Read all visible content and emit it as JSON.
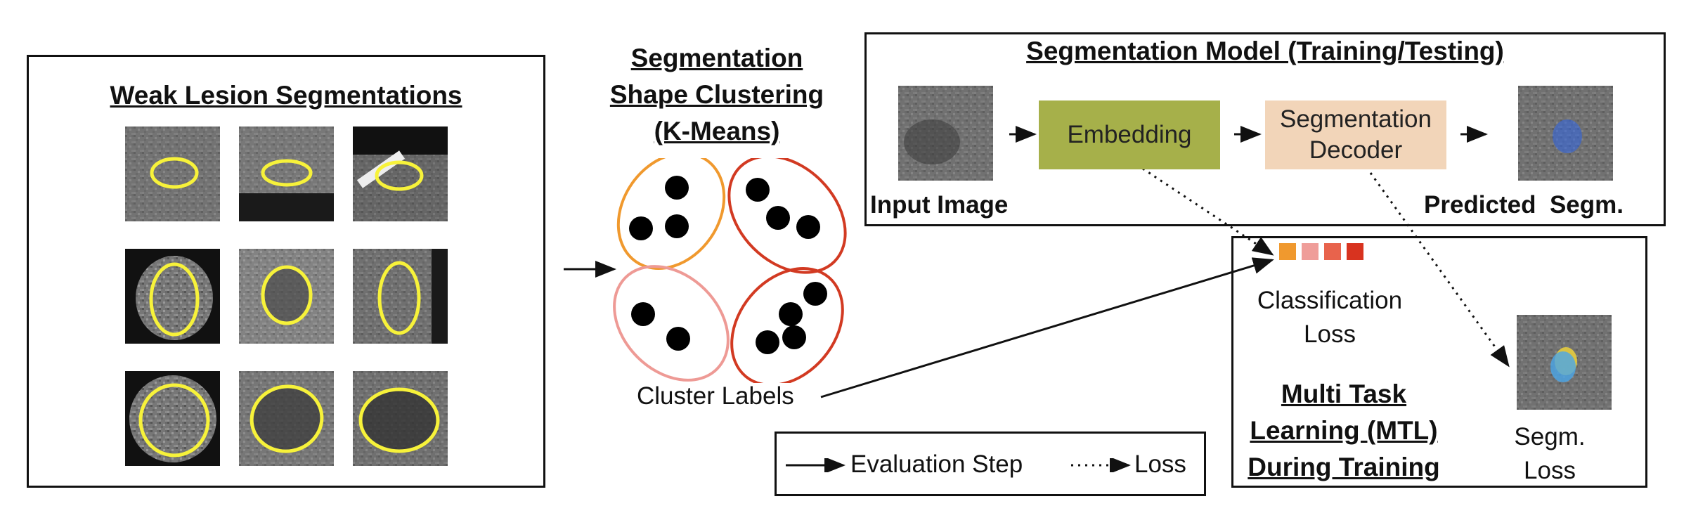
{
  "left_panel": {
    "title": "Weak Lesion Segmentations"
  },
  "clustering": {
    "title_line1": "Segmentation",
    "title_line2": "Shape Clustering",
    "title_line3": "(K-Means)",
    "cluster_labels": "Cluster Labels"
  },
  "model": {
    "title": "Segmentation Model (Training/Testing)",
    "input_label": "Input Image",
    "embedding": "Embedding",
    "decoder_line1": "Segmentation",
    "decoder_line2": "Decoder",
    "predicted_label": "Predicted  Segm."
  },
  "mtl": {
    "classification_line1": "Classification",
    "classification_line2": "Loss",
    "title_line1": "Multi Task",
    "title_line2": "Learning (MTL)",
    "title_line3": "During Training",
    "segm_line1": "Segm.",
    "segm_line2": "Loss"
  },
  "legend": {
    "evaluation": "Evaluation Step",
    "loss": "Loss"
  },
  "colors": {
    "embedding": "#a6b04a",
    "decoder": "#f2d5b9",
    "cluster_orange": "#f0992e",
    "cluster_red": "#d23a22",
    "cluster_pink": "#ee9a95",
    "class_squares": [
      "#f0992e",
      "#ef9d99",
      "#e8634c",
      "#d8331f"
    ],
    "lesion_outline": "#f7f23a",
    "pred_blue": "#2f66e8"
  }
}
